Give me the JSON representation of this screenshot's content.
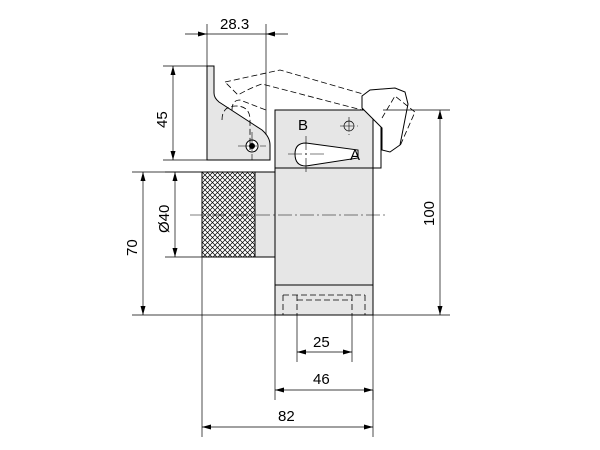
{
  "dimensions": {
    "top_width": "28.3",
    "clamp_height": "45",
    "knob_diameter": "Ø40",
    "left_height": "70",
    "right_height": "100",
    "slot_width": "25",
    "base_width": "46",
    "overall_width": "82"
  },
  "labels": {
    "point_a": "A",
    "point_b": "B"
  }
}
